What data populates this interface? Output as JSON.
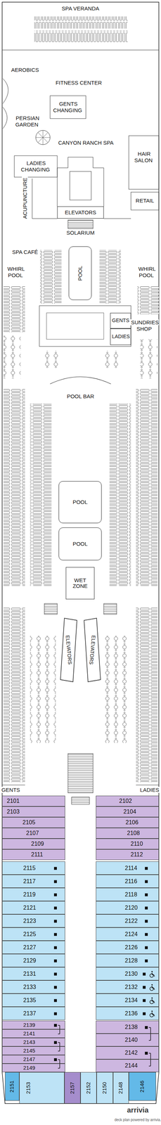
{
  "diagram": {
    "nodes": [
      {
        "text": [
          "ELEVATORS"
        ]
      },
      {
        "text": [
          "POOL"
        ]
      },
      {
        "text": [
          "GENTS"
        ]
      },
      {
        "text": [
          "LADIES"
        ]
      },
      {
        "text": [
          "POOL"
        ]
      },
      {
        "text": [
          "POOL"
        ]
      },
      {
        "text": [
          "WET ZONE"
        ]
      },
      {
        "text": [
          "ELEVATORS"
        ]
      },
      {
        "text": [
          "ELEVATORS"
        ]
      },
      {
        "text": [
          "2101"
        ]
      },
      {
        "text": [
          "2102"
        ]
      },
      {
        "text": [
          "2103"
        ]
      },
      {
        "text": [
          "2104"
        ]
      },
      {
        "text": [
          "2105"
        ]
      },
      {
        "text": [
          "2106"
        ]
      },
      {
        "text": [
          "2107"
        ]
      },
      {
        "text": [
          "2108"
        ]
      },
      {
        "text": [
          "2109"
        ]
      },
      {
        "text": [
          "2110"
        ]
      },
      {
        "text": [
          "2111"
        ]
      },
      {
        "text": [
          "2112"
        ]
      },
      {
        "text": [
          "2115"
        ]
      },
      {
        "text": [
          "2114"
        ]
      },
      {
        "text": [
          "2117"
        ]
      },
      {
        "text": [
          "2116"
        ]
      },
      {
        "text": [
          "2119"
        ]
      },
      {
        "text": [
          "2118"
        ]
      },
      {
        "text": [
          "2121"
        ]
      },
      {
        "text": [
          "2120"
        ]
      },
      {
        "text": [
          "2123"
        ]
      },
      {
        "text": [
          "2122"
        ]
      },
      {
        "text": [
          "2125"
        ]
      },
      {
        "text": [
          "2124"
        ]
      },
      {
        "text": [
          "2127"
        ]
      },
      {
        "text": [
          "2126"
        ]
      },
      {
        "text": [
          "2129"
        ]
      },
      {
        "text": [
          "2128"
        ]
      },
      {
        "text": [
          "2131"
        ]
      },
      {
        "text": [
          "2130"
        ]
      },
      {
        "text": [
          "2133"
        ]
      },
      {
        "text": [
          "2132"
        ]
      },
      {
        "text": [
          "2135"
        ]
      },
      {
        "text": [
          "2134"
        ]
      },
      {
        "text": [
          "2137"
        ]
      },
      {
        "text": [
          "2136"
        ]
      },
      {
        "text": [
          "2139"
        ]
      },
      {
        "text": [
          "2138"
        ]
      },
      {
        "text": [
          "2141"
        ]
      },
      {
        "text": [
          "2140"
        ]
      },
      {
        "text": [
          "2143"
        ]
      },
      {
        "text": [
          "2145"
        ]
      },
      {
        "text": [
          "2142"
        ]
      },
      {
        "text": [
          "2147"
        ]
      },
      {
        "text": [
          "2144"
        ]
      },
      {
        "text": [
          "2149"
        ]
      },
      {
        "text": [
          "2151"
        ]
      },
      {
        "text": [
          "2153"
        ]
      },
      {
        "text": [
          "2157"
        ]
      },
      {
        "text": [
          "2152"
        ]
      },
      {
        "text": [
          "2150"
        ]
      },
      {
        "text": [
          "2148"
        ]
      },
      {
        "text": [
          "2146"
        ]
      }
    ],
    "labels": [
      "SPA VERANDA",
      "AEROBICS",
      "FITNESS CENTER",
      "GENTS CHANGING",
      "PERSIAN GARDEN",
      "CANYON RANCH SPA",
      "HAIR SALON",
      "LADIES CHANGING",
      "ACUPUNCTURE",
      "RETAIL",
      "SOLARIUM",
      "SPA CAFÉ",
      "WHIRL POOL",
      "WHIRL POOL",
      "SUNDRIES SHOP",
      "POOL BAR",
      "GENTS",
      "LADIES",
      "arrivia",
      "deck plan powered by arrivia."
    ]
  }
}
